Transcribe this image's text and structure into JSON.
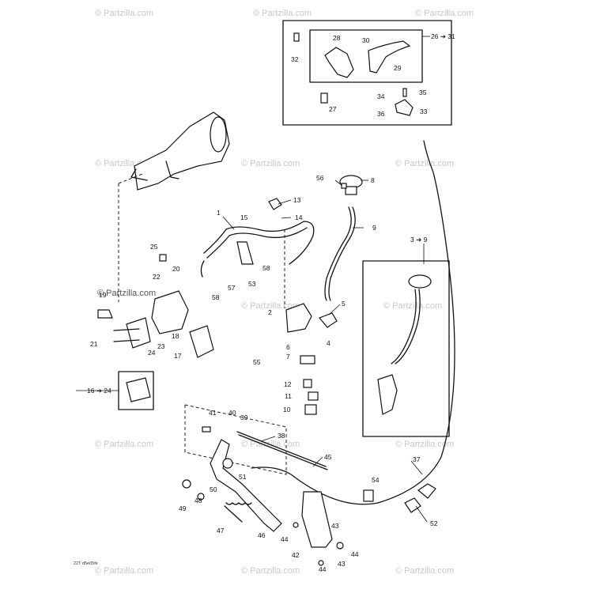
{
  "watermark": "© Partzilla.com",
  "watermark_primary": "© Partzilla.com",
  "drawing_code": "22T d5e05fe",
  "callouts": {
    "c1": "1",
    "c2": "2",
    "c3": "3 ➔ 9",
    "c4": "4",
    "c5": "5",
    "c6": "6",
    "c7": "7",
    "c8": "8",
    "c9": "9",
    "c10": "10",
    "c11": "11",
    "c12": "12",
    "c13": "13",
    "c14": "14",
    "c15": "15",
    "c16": "16 ➔ 24",
    "c17": "17",
    "c18": "18",
    "c19": "19",
    "c20": "20",
    "c21": "21",
    "c22": "22",
    "c23": "23",
    "c24": "24",
    "c25": "25",
    "c26": "26 ➔ 31",
    "c27": "27",
    "c28": "28",
    "c29": "29",
    "c30": "30",
    "c32": "32",
    "c33": "33",
    "c34": "34",
    "c35": "35",
    "c36": "36",
    "c37": "37",
    "c38": "38",
    "c39": "39",
    "c40": "40",
    "c41": "41",
    "c42": "42",
    "c43a": "43",
    "c43b": "43",
    "c44a": "44",
    "c44b": "44",
    "c44c": "44",
    "c45": "45",
    "c46": "46",
    "c47": "47",
    "c48": "48",
    "c49": "49",
    "c50": "50",
    "c51": "51",
    "c52": "52",
    "c53": "53",
    "c54": "54",
    "c55": "55",
    "c56": "56",
    "c57": "57",
    "c58a": "58",
    "c58b": "58"
  }
}
